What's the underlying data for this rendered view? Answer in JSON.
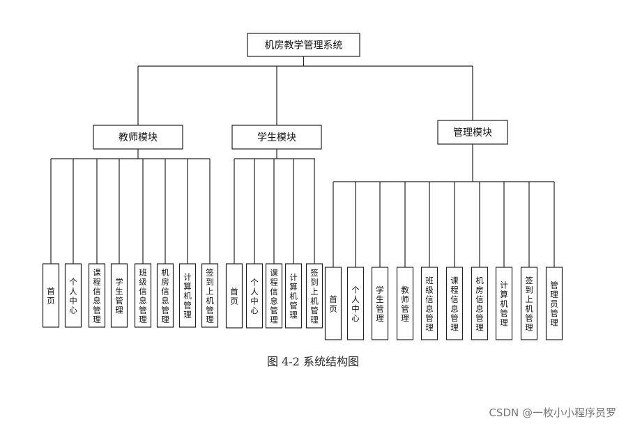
{
  "root": {
    "label": "机房教学管理系统"
  },
  "modules": [
    {
      "label": "教师模块",
      "items": [
        "首页",
        "个人中心",
        "课程信息管理",
        "学生管理",
        "班级信息管理",
        "机房信息管理",
        "计算机管理",
        "签到上机管理"
      ]
    },
    {
      "label": "学生模块",
      "items": [
        "首页",
        "个人中心",
        "课程信息管理",
        "计算机管理",
        "签到上机管理"
      ]
    },
    {
      "label": "管理模块",
      "items": [
        "首页",
        "个人中心",
        "学生管理",
        "教师管理",
        "班级信息管理",
        "课程信息管理",
        "机房信息管理",
        "计算机管理",
        "签到上机管理",
        "管理员管理"
      ]
    }
  ],
  "caption": "图 4-2  系统结构图",
  "watermark": "CSDN @一枚小小程序员罗"
}
